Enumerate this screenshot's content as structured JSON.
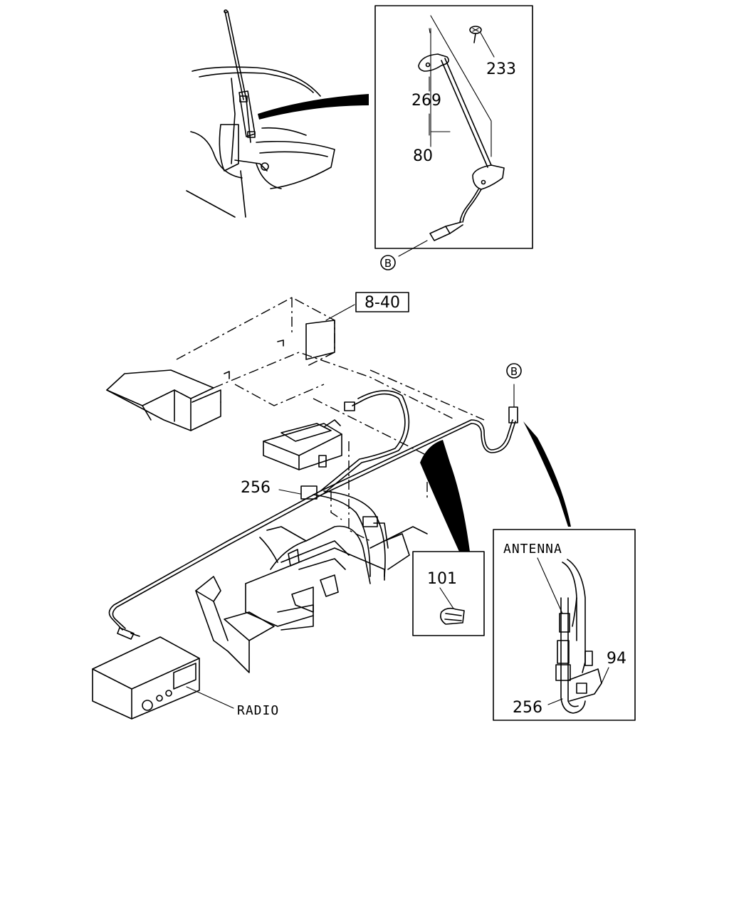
{
  "callouts": {
    "p233": "233",
    "p269": "269",
    "p80": "80",
    "p256_main": "256",
    "p101": "101",
    "p94": "94",
    "p256_detail": "256"
  },
  "refs": {
    "ref_8_40": "8-40",
    "connector_b_top": "B",
    "connector_b_mid": "B"
  },
  "names": {
    "antenna": "ANTENNA",
    "radio": "RADIO"
  }
}
